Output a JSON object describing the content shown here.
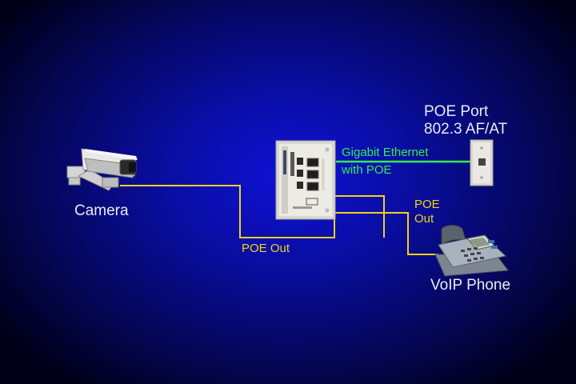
{
  "colors": {
    "background": "#0a0ea8",
    "poe_out_wire": "#f2d21a",
    "ethernet_wire": "#33ee4a",
    "text": "#e8ecf4"
  },
  "labels": {
    "poe_port_line1": "POE Port",
    "poe_port_line2": "802.3 AF/AT",
    "gigabit_line1": "Gigabit Ethernet",
    "gigabit_line2": "with POE",
    "camera": "Camera",
    "poe_out_left": "POE Out",
    "poe_out_right_line1": "POE",
    "poe_out_right_line2": "Out",
    "voip_phone": "VoIP Phone"
  },
  "icons": {
    "camera": "security-camera-icon",
    "splitter": "poe-splitter-icon",
    "wall_jack": "ethernet-wall-jack-icon",
    "phone": "voip-phone-icon"
  }
}
